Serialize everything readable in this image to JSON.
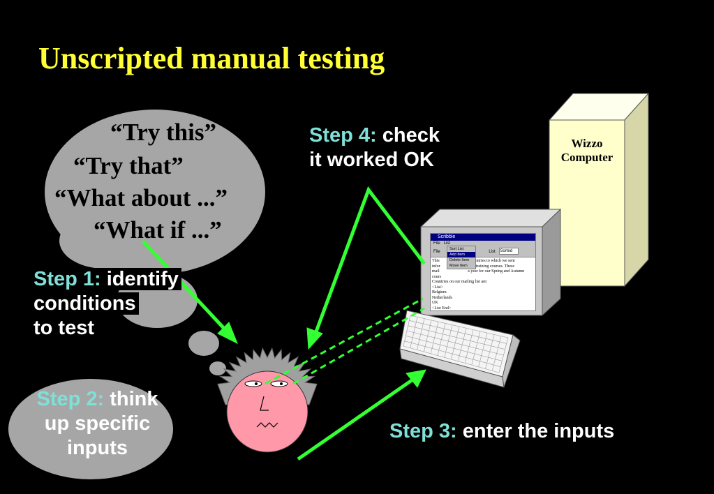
{
  "title": "Unscripted manual testing",
  "thought": {
    "line1": "“Try this”",
    "line2": "“Try that”",
    "line3": "“What about ...”",
    "line4": "“What if ...”"
  },
  "steps": {
    "step1": {
      "label": "Step 1:",
      "line1": "identify",
      "line2": "conditions",
      "line3": "to test"
    },
    "step2": {
      "label": "Step 2:",
      "line1": "think",
      "line2": "up specific",
      "line3": "inputs"
    },
    "step3": {
      "label": "Step 3:",
      "text": "enter the inputs"
    },
    "step4": {
      "label": "Step 4:",
      "line1": "check",
      "line2": "it worked OK"
    }
  },
  "computer": {
    "line1": "Wizzo",
    "line2": "Computer"
  },
  "window": {
    "title": "Scribble",
    "menu_file": "File",
    "menu_list": "List",
    "tool_file": "File",
    "tool_list": "List",
    "tool_list_value": "Sorted",
    "menu_items": [
      "Sort List",
      "Add Item",
      "Delete Item",
      "Move Item"
    ],
    "body_lines": [
      "This                           f countries to which we sent",
      "infor                         ublic training courses. These",
      "mail                           a year for our Spring and Autumn",
      "cours",
      "Countries on our mailing list are:",
      "<List>",
      "Belgium",
      "Netherlands",
      "UK",
      "<List End>"
    ]
  },
  "colors": {
    "background": "#000000",
    "title": "#ffff33",
    "step_label": "#7fe0d8",
    "arrow": "#33ff33",
    "thought_cloud": "#a6a6a6",
    "face": "#ff99aa",
    "hair": "#a0a0a0",
    "tower": "#ffffcc"
  }
}
